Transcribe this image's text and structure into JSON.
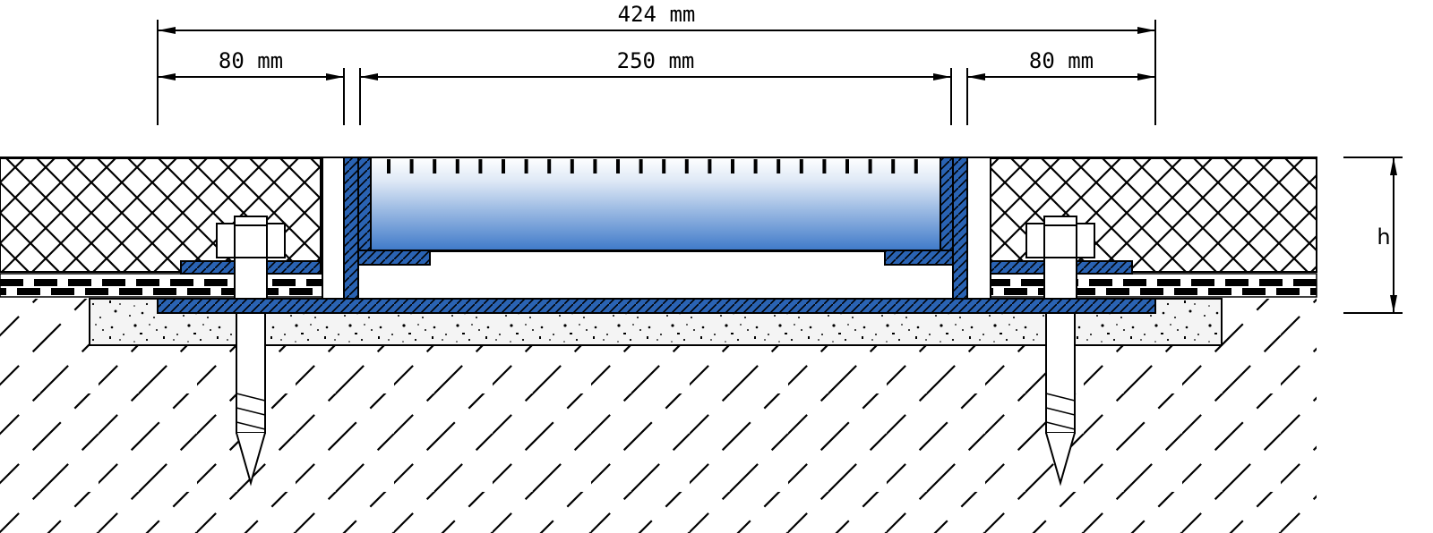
{
  "dimensions": {
    "total": "424 mm",
    "left_flange": "80 mm",
    "channel": "250 mm",
    "right_flange": "80 mm",
    "height": "h"
  },
  "colors": {
    "line": "#000000",
    "profile": "#2a63b3",
    "water_top": "#ffffff",
    "water_bottom": "#3f7ac9",
    "mortar": "#f3f3f3"
  },
  "icons": {
    "anchor_bolt": "hex-bolt-icon",
    "drainage_channel": "channel-grate-icon"
  }
}
